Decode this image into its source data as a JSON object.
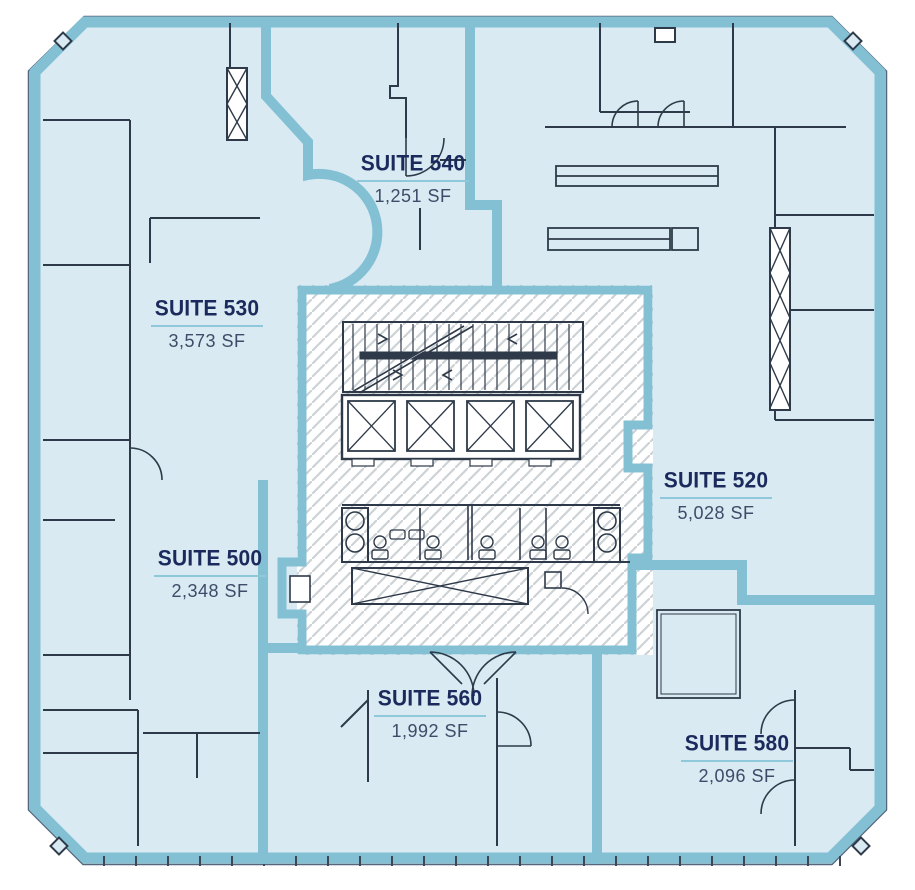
{
  "plan": {
    "suites": [
      {
        "id": "suite-540",
        "name": "SUITE 540",
        "area": "1,251 SF"
      },
      {
        "id": "suite-530",
        "name": "SUITE 530",
        "area": "3,573 SF"
      },
      {
        "id": "suite-520",
        "name": "SUITE 520",
        "area": "5,028 SF"
      },
      {
        "id": "suite-500",
        "name": "SUITE 500",
        "area": "2,348 SF"
      },
      {
        "id": "suite-560",
        "name": "SUITE 560",
        "area": "1,992 SF"
      },
      {
        "id": "suite-580",
        "name": "SUITE 580",
        "area": "2,096 SF"
      }
    ],
    "colors": {
      "background": "#ffffff",
      "suite_fill": "#d9eaf2",
      "boundary_teal": "#83c0d4",
      "wall_line": "#2e3a49",
      "hatch_line": "#cdd2d6",
      "label_title": "#1b2a5c",
      "label_area": "#3d4c68",
      "label_rule": "#8fc8da"
    },
    "core_elements": [
      "stairwell",
      "elevator-bank",
      "restrooms",
      "mechanical-shaft"
    ]
  }
}
